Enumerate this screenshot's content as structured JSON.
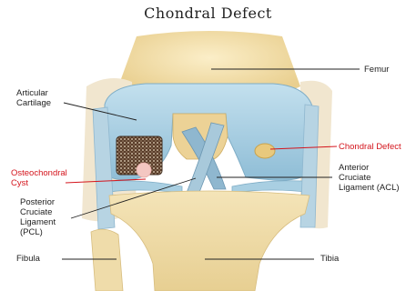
{
  "title": "Chondral Defect",
  "labels": {
    "femur": "Femur",
    "articular_cartilage_1": "Articular",
    "articular_cartilage_2": "Cartilage",
    "chondral_defect": "Chondral Defect",
    "osteochondral_cyst_1": "Osteochondral",
    "osteochondral_cyst_2": "Cyst",
    "acl_1": "Anterior",
    "acl_2": "Cruciate",
    "acl_3": "Ligament (ACL)",
    "pcl_1": "Posterior",
    "pcl_2": "Cruciate",
    "pcl_3": "Ligament",
    "pcl_4": "(PCL)",
    "fibula": "Fibula",
    "tibia": "Tibia"
  },
  "colors": {
    "label_text": "#222222",
    "highlight_text": "#d4141c",
    "bone": "#f3dfa8",
    "cartilage": "#a9cfe2",
    "ligament": "#8fb7cf"
  }
}
